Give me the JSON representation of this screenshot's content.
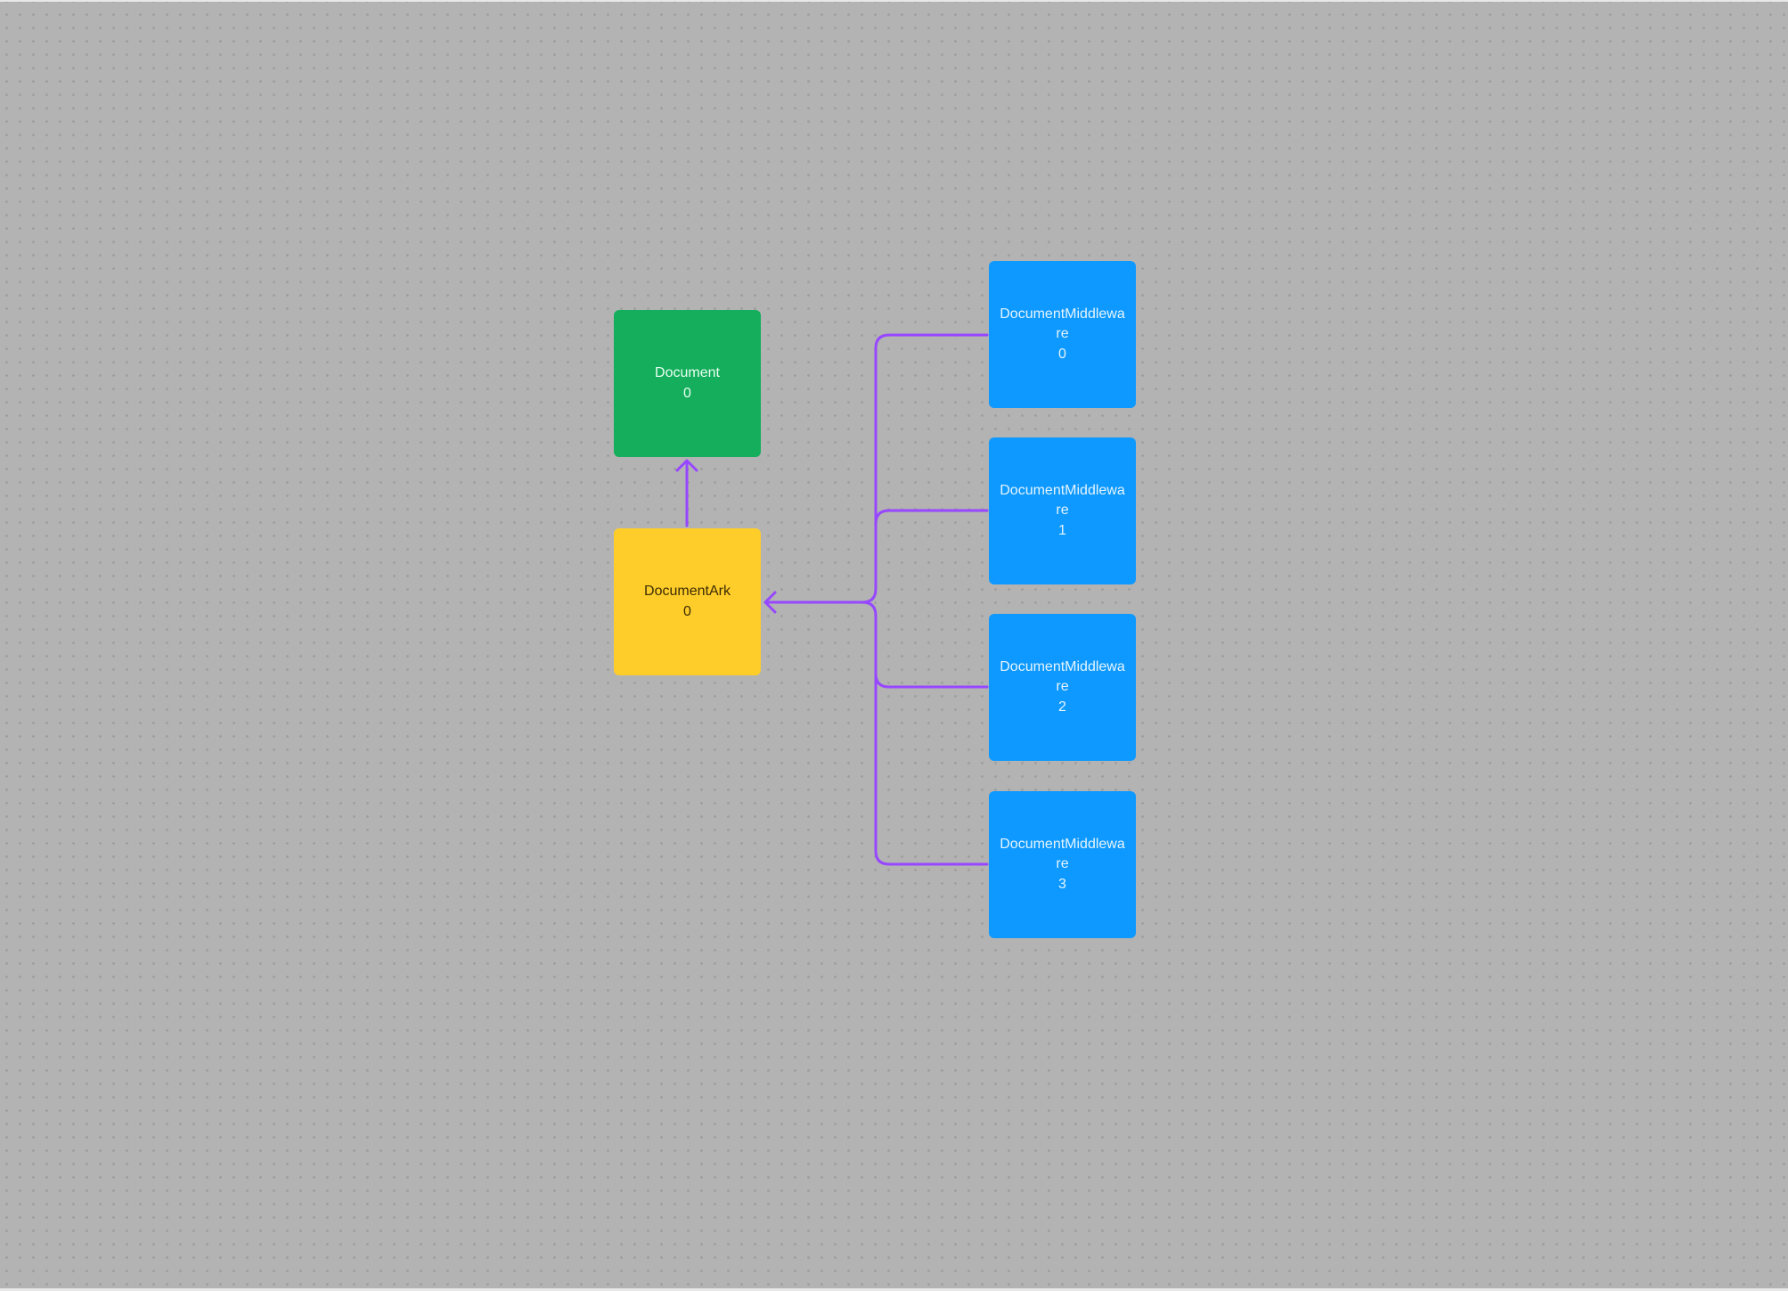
{
  "canvas": {
    "background": "#b3b3b3",
    "grid": "dots",
    "connector_color": "#9747ff"
  },
  "nodes": {
    "document": {
      "title": "Document",
      "index": "0",
      "color": "#14ae5c"
    },
    "document_ark": {
      "title": "DocumentArk",
      "index": "0",
      "color": "#ffcd29"
    },
    "middleware": [
      {
        "title": "DocumentMiddleware",
        "index": "0",
        "color": "#0d99ff"
      },
      {
        "title": "DocumentMiddleware",
        "index": "1",
        "color": "#0d99ff"
      },
      {
        "title": "DocumentMiddleware",
        "index": "2",
        "color": "#0d99ff"
      },
      {
        "title": "DocumentMiddleware",
        "index": "3",
        "color": "#0d99ff"
      }
    ]
  },
  "edges": [
    {
      "from": "DocumentArk 0",
      "to": "Document 0"
    },
    {
      "from": "DocumentMiddleware 0",
      "to": "DocumentArk 0"
    },
    {
      "from": "DocumentMiddleware 1",
      "to": "DocumentArk 0"
    },
    {
      "from": "DocumentMiddleware 2",
      "to": "DocumentArk 0"
    },
    {
      "from": "DocumentMiddleware 3",
      "to": "DocumentArk 0"
    }
  ]
}
